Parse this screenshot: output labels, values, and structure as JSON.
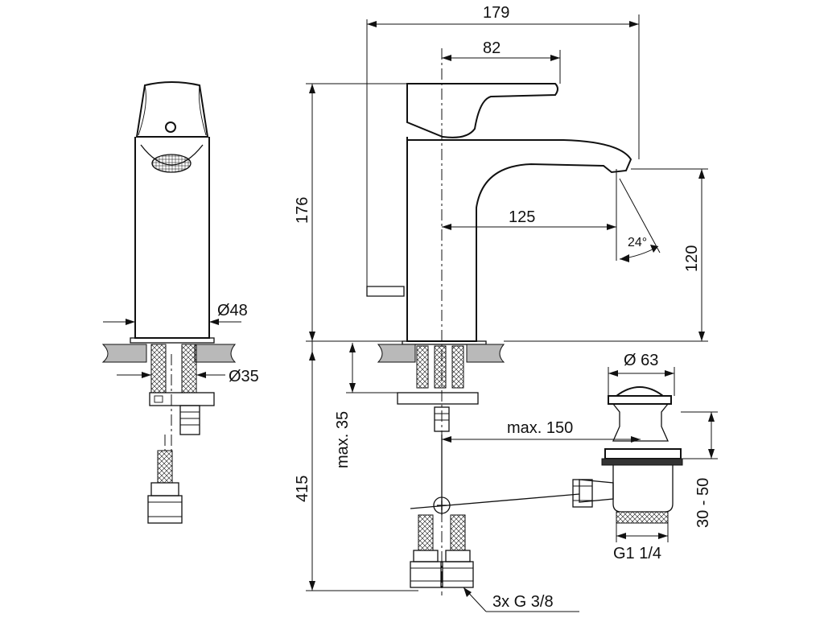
{
  "dimensions": {
    "overall_width": "179",
    "lever_reach": "82",
    "spout_reach": "125",
    "height_total": "176",
    "spout_height": "120",
    "spray_angle": "24°",
    "base_diameter": "Ø48",
    "shank_diameter": "Ø35",
    "max_deck_thickness": "max. 35",
    "max_waste_offset": "max. 150",
    "below_deck_length": "415",
    "waste_flange_diameter": "Ø 63",
    "waste_adjust_range": "30 - 50",
    "waste_thread": "G1 1/4",
    "connection_threads": "3x G 3/8"
  }
}
